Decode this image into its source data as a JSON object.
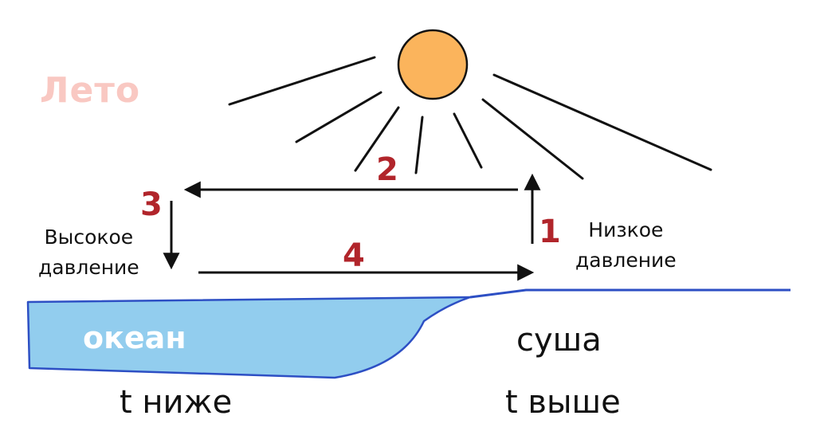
{
  "season": "Лето",
  "labels": {
    "high_pressure_line1": "Высокое",
    "high_pressure_line2": "давление",
    "low_pressure_line1": "Низкое",
    "low_pressure_line2": "давление",
    "water": "океан",
    "land": "суша",
    "temp_water": "t ниже",
    "temp_land": "t выше"
  },
  "steps": {
    "rise": "1",
    "upper_flow": "2",
    "descend": "3",
    "surface_flow": "4"
  },
  "colors": {
    "sun": "#fbb45c",
    "sun_outline": "#111111",
    "water_fill": "#92cdee",
    "shore_line": "#2d4fc4",
    "step_numbers": "#b1252b",
    "season_title": "#f9c8c2",
    "arrows": "#111111"
  }
}
